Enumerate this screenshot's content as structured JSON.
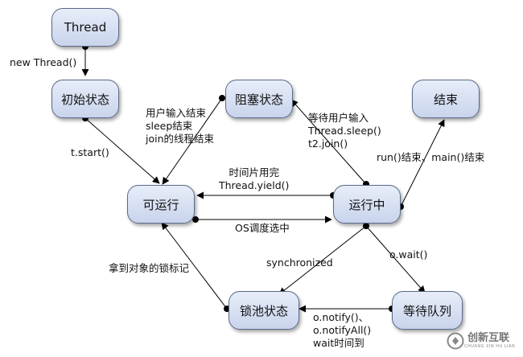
{
  "nodes": {
    "thread": "Thread",
    "initial": "初始状态",
    "blocked": "阻塞状态",
    "finished": "结束",
    "runnable": "可运行",
    "running": "运行中",
    "lock_pool": "锁池状态",
    "wait_queue": "等待队列"
  },
  "edges": {
    "new_thread": "new Thread()",
    "start": "t.start()",
    "unblock": [
      "用户输入结束",
      "sleep结束",
      "join的线程结束"
    ],
    "block": [
      "等待用户输入",
      "Thread.sleep()",
      "t2.join()"
    ],
    "end": "run()结束、main()结束",
    "yield": [
      "时间片用完",
      "Thread.yield()"
    ],
    "schedule": "OS调度选中",
    "sync": "synchronized",
    "wait": "o.wait()",
    "lock_acquired": "拿到对象的锁标记",
    "notify": [
      "o.notify()、",
      "o.notifyAll()",
      "wait时间到"
    ]
  },
  "colors": {
    "node_border": "#5a6a88",
    "node_fill_top": "#e7edf9",
    "node_fill_bottom": "#c9d4ec",
    "line": "#000000"
  },
  "watermark": {
    "text": "创新互联",
    "sub": "CHUANG XIN HU LIAN"
  }
}
